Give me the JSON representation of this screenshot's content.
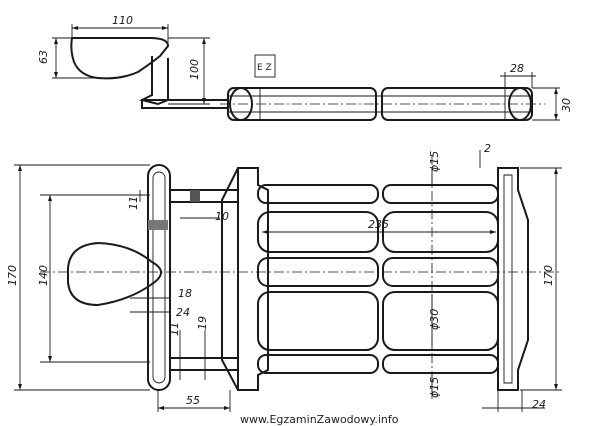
{
  "dimensions": {
    "top_width": "110",
    "top_height": "63",
    "top_drop": "100",
    "handle_end_len": "28",
    "handle_dia": "30",
    "overall_height_left": "170",
    "inner_height": "140",
    "gap_11_top": "11",
    "width_10": "10",
    "dia_15_top": "ϕ15",
    "gap_2": "2",
    "length_235": "235",
    "overall_height_right": "170",
    "dim_18": "18",
    "dim_24_left": "24",
    "dim_11_bottom": "11",
    "dim_19": "19",
    "dia_30": "ϕ30",
    "dia_15_bottom": "ϕ15",
    "dim_55": "55",
    "dim_24_right": "24"
  },
  "watermark": "www.EgzaminZawodowy.info",
  "logo_text": "E Z"
}
